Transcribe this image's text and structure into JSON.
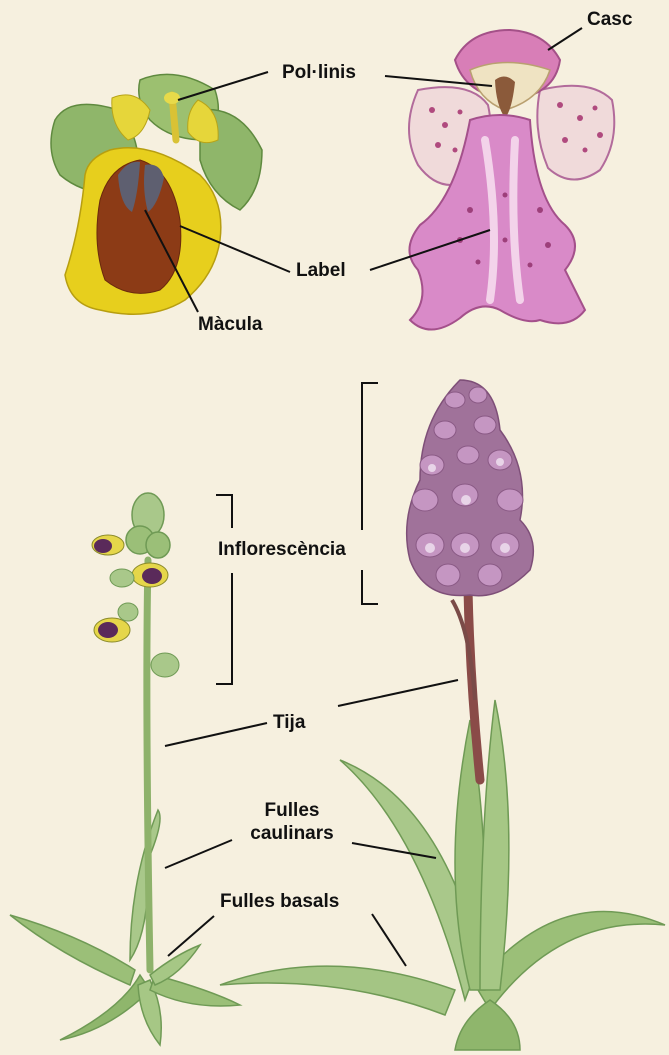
{
  "labels": {
    "casc": "Casc",
    "pollinis": "Pol·linis",
    "label": "Label",
    "macula": "Màcula",
    "inflorescencia": "Inflorescència",
    "tija": "Tija",
    "fulles_caulinars_1": "Fulles",
    "fulles_caulinars_2": "caulinars",
    "fulles_basals": "Fulles basals"
  },
  "colors": {
    "background": "#f6f0df",
    "leaf_green": "#9bbf78",
    "leaf_dark": "#6f9a55",
    "yellow_petal": "#e9d21c",
    "macula_brown": "#8a3a14",
    "pink_flower": "#d98ac8",
    "inflorescence_purple": "#a0729a",
    "leader_line": "#111111"
  }
}
